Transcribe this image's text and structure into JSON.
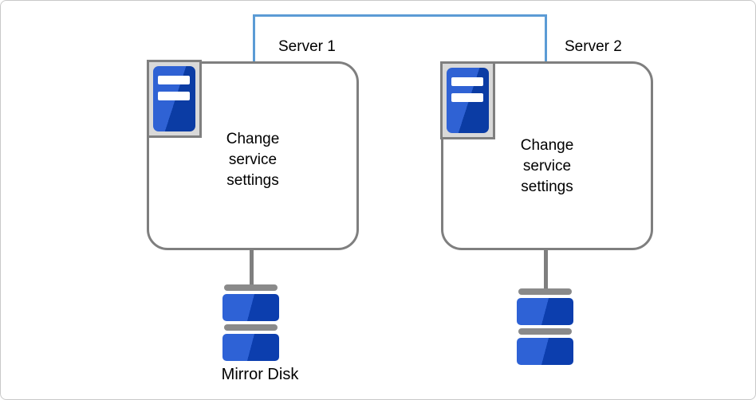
{
  "server1": {
    "label": "Server 1",
    "action_lines": [
      "Change",
      "service",
      "settings"
    ]
  },
  "server2": {
    "label": "Server 2",
    "action_lines": [
      "Change",
      "service",
      "settings"
    ]
  },
  "mirror_disk": {
    "label": "Mirror Disk"
  },
  "colors": {
    "link_blue": "#5B9BD5",
    "box_border": "#7F7F7F",
    "icon_box_fill": "#D9D9D9",
    "server_blue_light": "#2F62D4",
    "server_blue_dark": "#0B3CA4",
    "disk_blue_light": "#2E62D6",
    "disk_blue_dark": "#0C3EAE",
    "disk_pill": "#8A8A8A",
    "canvas_border": "#C9C9C9",
    "text_color": "#000000"
  }
}
